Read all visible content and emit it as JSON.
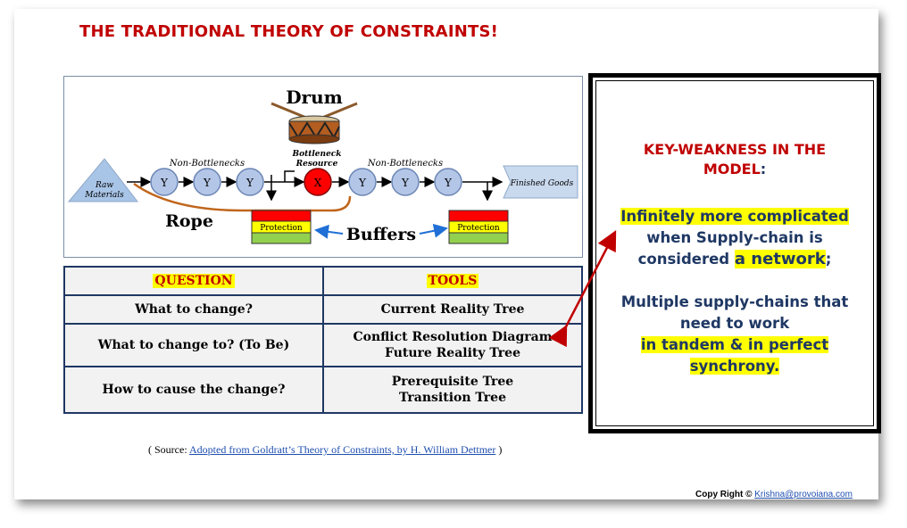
{
  "title": "THE TRADITIONAL THEORY OF CONSTRAINTS!",
  "diagram": {
    "drum": "Drum",
    "raw_1": "Raw",
    "raw_2": "Materials",
    "non_bottlenecks_left": "Non-Bottlenecks",
    "non_bottlenecks_right": "Non-Bottlenecks",
    "bottleneck_1": "Bottleneck",
    "bottleneck_2": "Resource",
    "node_y": "Y",
    "node_x": "X",
    "finished_goods": "Finished Goods",
    "rope": "Rope",
    "buffers": "Buffers",
    "protection": "Protection",
    "colors": {
      "red": "#ff0000",
      "yellow": "#ffff00",
      "green": "#92d050",
      "node": "#b4c6e7",
      "triangle": "#a8c4e6"
    }
  },
  "table": {
    "header_question": "QUESTION",
    "header_tools": "TOOLS",
    "rows": [
      {
        "question": "What to change?",
        "tools": [
          "Current Reality Tree"
        ]
      },
      {
        "question": "What to change to? (To Be)",
        "tools": [
          "Conflict Resolution Diagram",
          "Future Reality Tree"
        ]
      },
      {
        "question": "How to cause the change?",
        "tools": [
          "Prerequisite Tree",
          "Transition Tree"
        ]
      }
    ]
  },
  "source": {
    "prefix": "( Source: ",
    "link": "Adopted from Goldratt’s Theory of Constraints,  by H. William Dettmer",
    "suffix": " )"
  },
  "copyright": {
    "label": "Copy Right © ",
    "email": "Krishna@provoiana.com"
  },
  "keyweakness": {
    "heading_1": "KEY-WEAKNESS IN THE",
    "heading_2": "MODEL",
    "heading_colon": ":",
    "p1_line1": "Infinitely more complicated",
    "p1_line2": "when Supply-chain is",
    "p1_line3a": "considered ",
    "p1_line3b": "a network",
    "p1_line3c": ";",
    "p2_line1": "Multiple supply-chains that",
    "p2_line2": "need to work",
    "p2_line3": "in tandem & in perfect",
    "p2_line4": "synchrony."
  }
}
